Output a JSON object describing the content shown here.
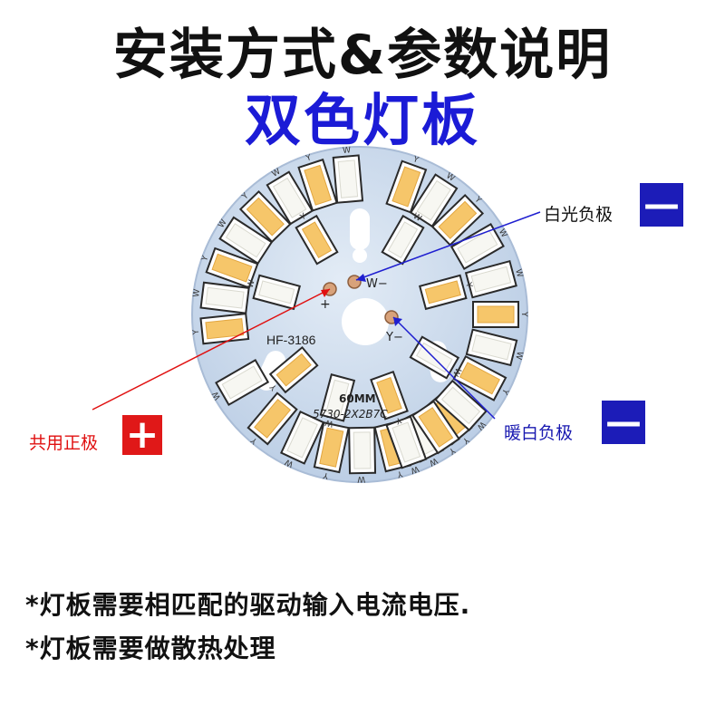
{
  "title": {
    "main": "安装方式&参数说明",
    "sub": "双色灯板"
  },
  "board": {
    "model_code": "HF-3186",
    "size_label": "60MM",
    "spec_label": "5730-2X2B7C",
    "plus_mark": "+",
    "w_mark": "W−",
    "y_mark": "Y−",
    "led_letters": [
      "Y",
      "W"
    ]
  },
  "callouts": {
    "white_negative": {
      "label": "白光负极",
      "sign": "—"
    },
    "warm_negative": {
      "label": "暖白负极",
      "sign": "—"
    },
    "common_positive": {
      "label": "共用正极",
      "sign": "+"
    }
  },
  "notes": [
    "*灯板需要相匹配的驱动输入电流电压.",
    "*灯板需要做散热处理"
  ],
  "colors": {
    "title_black": "#111111",
    "title_blue": "#1b1bd6",
    "board_blue": "#c6d6ea",
    "badge_blue": "#1c1cb8",
    "badge_red": "#e01818",
    "positive_text": "#e01010",
    "white_led": "#f7f7f2",
    "warm_led": "#f6c66a"
  }
}
